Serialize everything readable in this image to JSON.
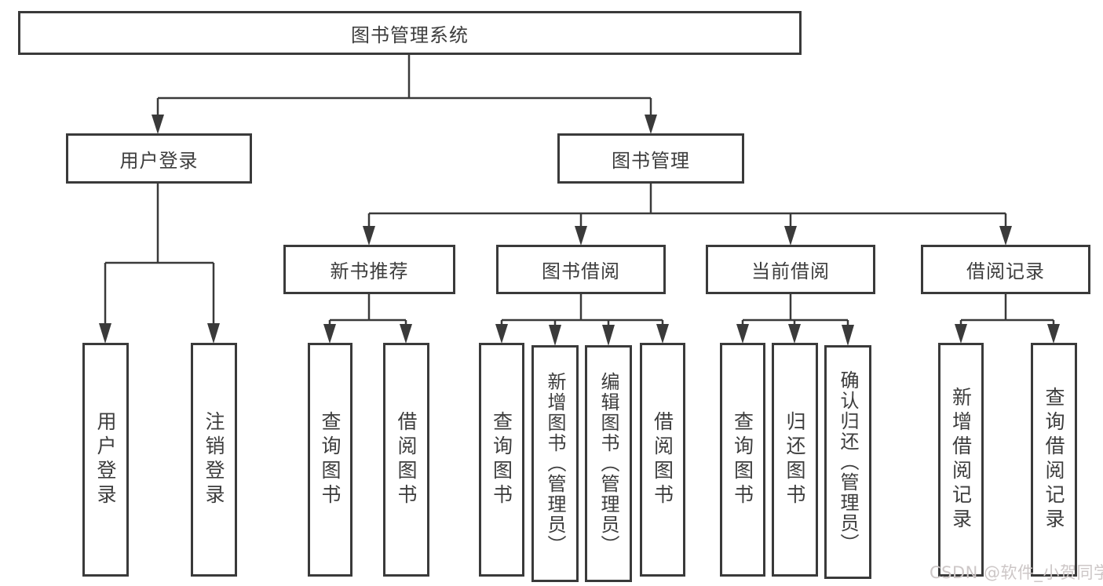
{
  "diagram": {
    "root": "图书管理系统",
    "level2": {
      "login": "用户登录",
      "management": "图书管理"
    },
    "level3": {
      "new_books": "新书推荐",
      "borrowing": "图书借阅",
      "current": "当前借阅",
      "records": "借阅记录"
    },
    "leaves": {
      "login": [
        "用户登录",
        "注销登录"
      ],
      "new_books": [
        "查询图书",
        "借阅图书"
      ],
      "borrowing": [
        "查询图书",
        "新增图书（管理员）",
        "编辑图书（管理员）",
        "借阅图书"
      ],
      "current": [
        "查询图书",
        "归还图书",
        "确认归还（管理员）"
      ],
      "records": [
        "新增借阅记录",
        "查询借阅记录"
      ]
    }
  },
  "watermark": "CSDN @软件_小贺同学",
  "colors": {
    "line": "#3a3a3a",
    "text": "#3d3d3d",
    "background": "#ffffff",
    "watermark": "#cdc7c7"
  }
}
